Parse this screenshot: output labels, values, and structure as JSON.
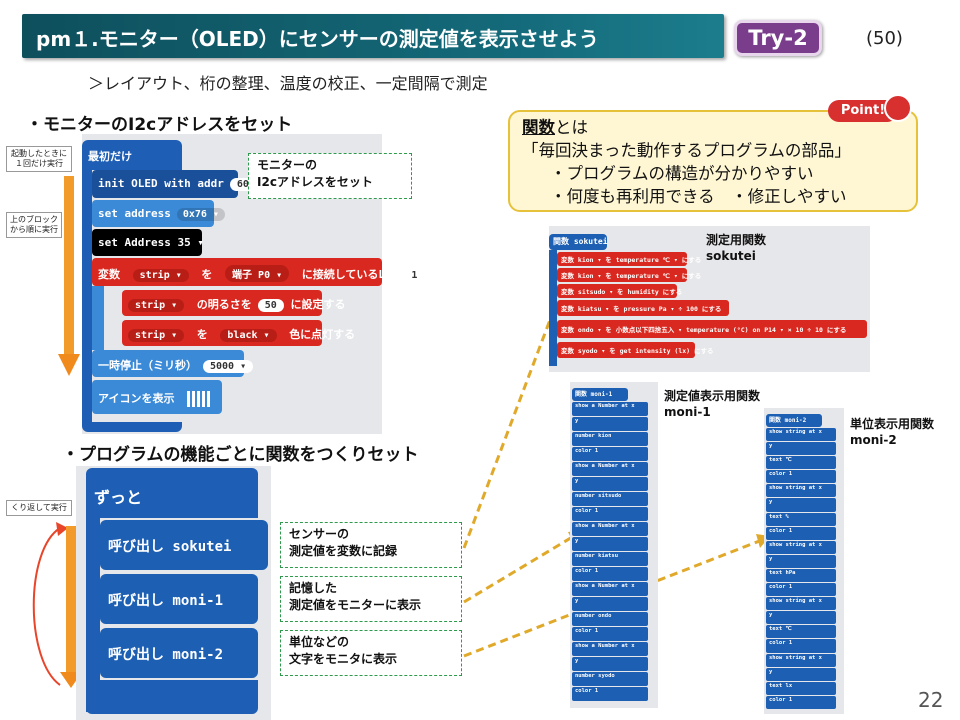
{
  "header": {
    "title": "pm１.モニター（OLED）にセンサーの測定値を表示させよう",
    "badge": "Try-2",
    "page_ref": "(50)"
  },
  "subtitle": "＞レイアウト、桁の整理、温度の校正、一定間隔で測定",
  "section1": {
    "heading": "・モニターのI2cアドレスをセット",
    "side_label_top": "起動したときに\n１回だけ実行",
    "side_label_mid": "上のブロック\nから順に実行",
    "note": "モニターの\nI2cアドレスをセット",
    "blocks": {
      "on_start": "最初だけ",
      "init_oled": "init OLED with addr",
      "init_oled_val": "60",
      "set_address": "set address",
      "set_address_val": "0x76 ▾",
      "set_address2": "set Address  35 ▾",
      "var_label": "変数",
      "strip": "strip ▾",
      "wo": "を",
      "pin": "端子  P0 ▾",
      "connected_led": "に接続しているLED",
      "led_count": "1",
      "brightness_pre": "の明るさを",
      "brightness_val": "50",
      "brightness_post": "に設定する",
      "color_pre": "を",
      "color_val": "black ▾",
      "color_post": "色に点灯する",
      "pause": "一時停止（ミリ秒）",
      "pause_val": "5000 ▾",
      "show_icon": "アイコンを表示"
    }
  },
  "section2": {
    "heading": "・プログラムの機能ごとに関数をつくりセット",
    "side_label": "くり返して実行",
    "forever": "ずっと",
    "calls": [
      "呼び出し  sokutei",
      "呼び出し  moni-1",
      "呼び出し  moni-2"
    ],
    "notes": [
      "センサーの\n測定値を変数に記録",
      "記憶した\n測定値をモニターに表示",
      "単位などの\n文字をモニタに表示"
    ]
  },
  "point": {
    "badge": "Point!",
    "line1_underlined": "関数",
    "line1_rest": "とは",
    "line2": "「毎回決まった動作するプログラムの部品」",
    "line3": "・プログラムの構造が分かりやすい",
    "line4": "・何度も再利用できる　・修正しやすい"
  },
  "functions": {
    "sokutei": {
      "label_line1": "測定用関数",
      "label_line2": "sokutei",
      "header": "関数  sokutei",
      "rows": [
        "変数  kion ▾  を  temperature ℃ ▾  にする",
        "変数  kion ▾  を  temperature ℃ ▾  にする",
        "変数  sitsudo ▾  を  humidity  にする",
        "変数  kiatsu ▾  を  pressure Pa ▾  ÷  100  にする",
        "変数  ondo ▾  を  小数点以下四捨五入 ▾  temperature (°C) on P14 ▾  ×  10  ÷  10  にする",
        "変数  syodo ▾  を  get intensity (lx)  にする"
      ]
    },
    "moni1": {
      "label_line1": "測定値表示用関数",
      "label_line2": "moni-1",
      "header": "関数  moni-1",
      "rows": [
        "show a Number at x",
        "y",
        "number  kion",
        "color  1",
        "show a Number at x",
        "y",
        "number  sitsudo",
        "color  1",
        "show a Number at x",
        "y",
        "number  kiatsu",
        "color  1",
        "show a Number at x",
        "y",
        "number  ondo",
        "color  1",
        "show a Number at x",
        "y",
        "number  syodo",
        "color  1"
      ]
    },
    "moni2": {
      "label_line1": "単位表示用関数",
      "label_line2": "moni-2",
      "header": "関数  moni-2",
      "rows": [
        "show string at x",
        "y",
        "text  ℃",
        "color  1",
        "show string at x",
        "y",
        "text  %",
        "color  1",
        "show string at x",
        "y",
        "text  hPa",
        "color  1",
        "show string at x",
        "y",
        "text  ℃",
        "color  1",
        "show string at x",
        "y",
        "text  lx",
        "color  1"
      ]
    }
  },
  "slide_number": "22",
  "colors": {
    "title_bg": "#146a7a",
    "badge_bg": "#7a3d8c",
    "block_blue": "#1e5fb5",
    "block_red": "#d9281f",
    "function_blue": "#1d5fb3",
    "note_border": "#2d9a4c",
    "arrow_orange": "#f08a1c",
    "dash_arrow": "#e0a92a"
  }
}
